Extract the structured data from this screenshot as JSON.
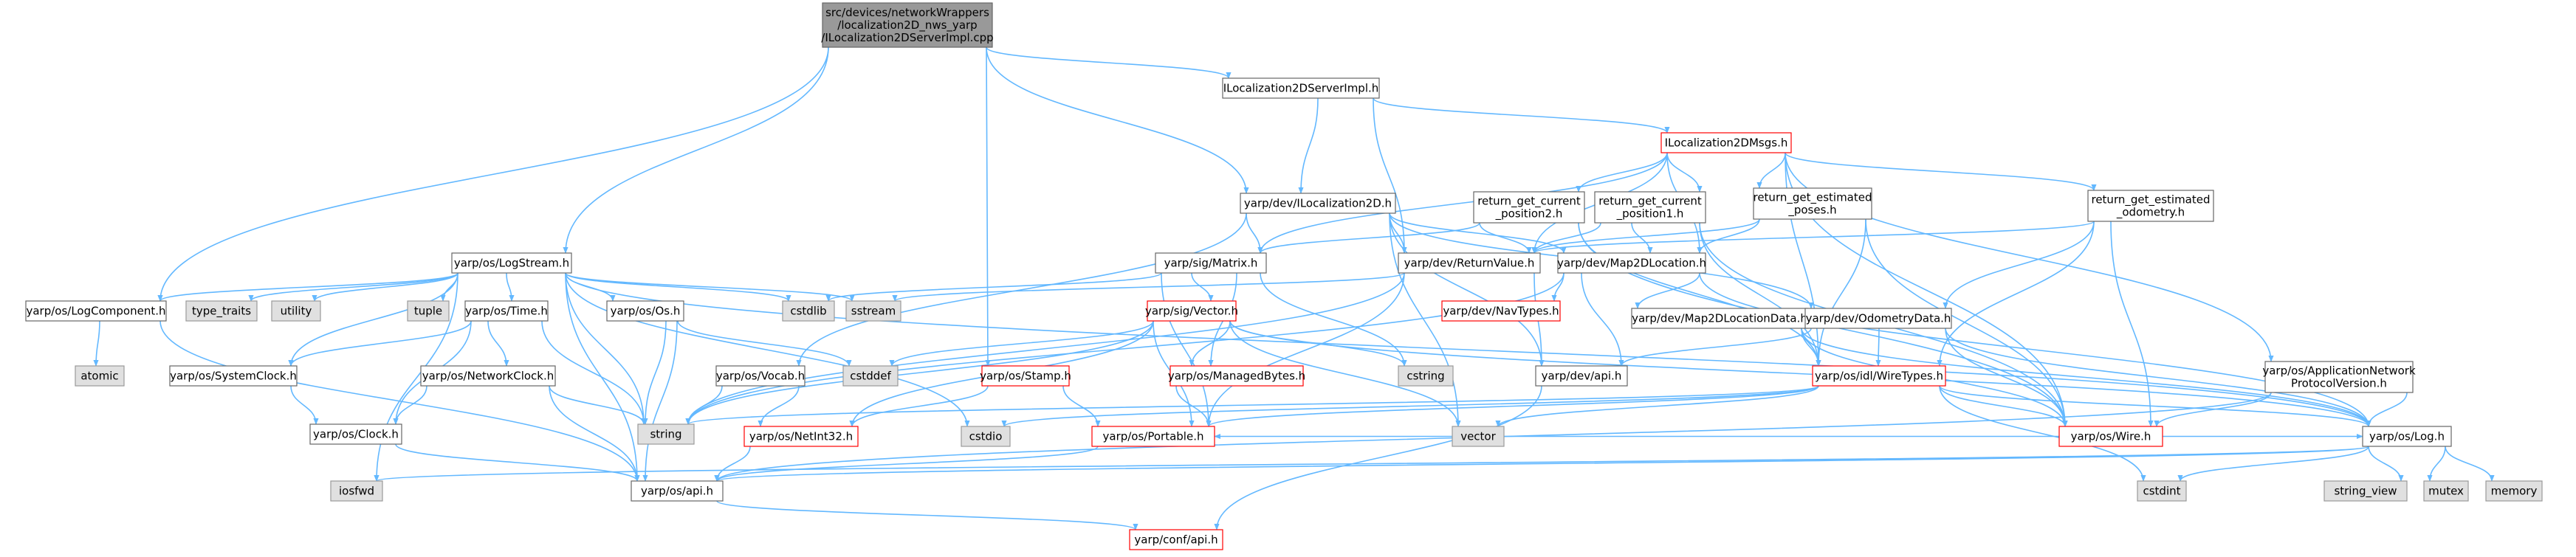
{
  "nodes": {
    "root": [
      "src/devices/networkWrappers",
      "/localization2D_nws_yarp",
      "/ILocalization2DServerImpl.cpp"
    ],
    "srvimpl_h": [
      "ILocalization2DServerImpl.h"
    ],
    "msgs_h": [
      "ILocalization2DMsgs.h"
    ],
    "loc2d_h": [
      "yarp/dev/ILocalization2D.h"
    ],
    "logstream_h": [
      "yarp/os/LogStream.h"
    ],
    "rgcp2_h": [
      "return_get_current",
      "_position2.h"
    ],
    "rgcp1_h": [
      "return_get_current",
      "_position1.h"
    ],
    "rgep_h": [
      "return_get_estimated",
      "_poses.h"
    ],
    "rgeo_h": [
      "return_get_estimated",
      "_odometry.h"
    ],
    "matrix_h": [
      "yarp/sig/Matrix.h"
    ],
    "retval_h": [
      "yarp/dev/ReturnValue.h"
    ],
    "map2dloc_h": [
      "yarp/dev/Map2DLocation.h"
    ],
    "logcomp_h": [
      "yarp/os/LogComponent.h"
    ],
    "type_traits": [
      "type_traits"
    ],
    "utility": [
      "utility"
    ],
    "tuple": [
      "tuple"
    ],
    "time_h": [
      "yarp/os/Time.h"
    ],
    "os_h": [
      "yarp/os/Os.h"
    ],
    "cstdlib": [
      "cstdlib"
    ],
    "sstream": [
      "sstream"
    ],
    "vector_h": [
      "yarp/sig/Vector.h"
    ],
    "navtypes_h": [
      "yarp/dev/NavTypes.h"
    ],
    "atomic": [
      "atomic"
    ],
    "sysclock_h": [
      "yarp/os/SystemClock.h"
    ],
    "netclock_h": [
      "yarp/os/NetworkClock.h"
    ],
    "vocab_h": [
      "yarp/os/Vocab.h"
    ],
    "cstddef": [
      "cstddef"
    ],
    "stamp_h": [
      "yarp/os/Stamp.h"
    ],
    "managed_h": [
      "yarp/os/ManagedBytes.h"
    ],
    "cstring": [
      "cstring"
    ],
    "map2dlocdata_h": [
      "yarp/dev/Map2DLocationData.h"
    ],
    "odomdata_h": [
      "yarp/dev/OdometryData.h"
    ],
    "devapi_h": [
      "yarp/dev/api.h"
    ],
    "wiretypes_h": [
      "yarp/os/idl/WireTypes.h"
    ],
    "appnet_h": [
      "yarp/os/ApplicationNetwork",
      "ProtocolVersion.h"
    ],
    "clock_h": [
      "yarp/os/Clock.h"
    ],
    "string": [
      "string"
    ],
    "netint32_h": [
      "yarp/os/NetInt32.h"
    ],
    "cstdio": [
      "cstdio"
    ],
    "portable_h": [
      "yarp/os/Portable.h"
    ],
    "vector": [
      "vector"
    ],
    "wire_h": [
      "yarp/os/Wire.h"
    ],
    "log_h": [
      "yarp/os/Log.h"
    ],
    "iosfwd": [
      "iosfwd"
    ],
    "osapi_h": [
      "yarp/os/api.h"
    ],
    "cstdint": [
      "cstdint"
    ],
    "string_view": [
      "string_view"
    ],
    "mutex": [
      "mutex"
    ],
    "memory": [
      "memory"
    ],
    "confapi_h": [
      "yarp/conf/api.h"
    ]
  },
  "colors": {
    "edge": "#63b8ff",
    "root_fill": "#999999",
    "root_border": "#666666",
    "file_fill": "#ffffff",
    "file_border": "#666666",
    "truncated_border": "#ff0000",
    "system_fill": "#e0e0e0",
    "system_border": "#999999"
  }
}
